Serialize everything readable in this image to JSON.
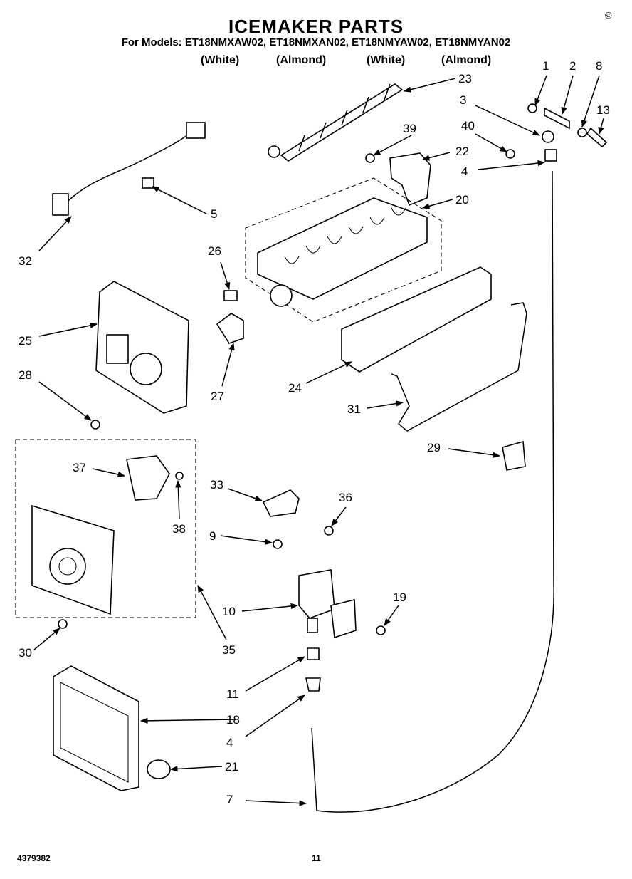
{
  "header": {
    "title": "ICEMAKER PARTS",
    "models": "For Models: ET18NMXAW02, ET18NMXAN02, ET18NMYAW02, ET18NMYAN02",
    "colors": [
      "(White)",
      "(Almond)",
      "(White)",
      "(Almond)"
    ]
  },
  "footer": {
    "doc_number": "4379382",
    "page": "11"
  },
  "corner_mark": "©",
  "callouts": [
    {
      "id": "c1",
      "text": "1"
    },
    {
      "id": "c2",
      "text": "2"
    },
    {
      "id": "c8",
      "text": "8"
    },
    {
      "id": "c3",
      "text": "3"
    },
    {
      "id": "c13",
      "text": "13"
    },
    {
      "id": "c23",
      "text": "23"
    },
    {
      "id": "c39",
      "text": "39"
    },
    {
      "id": "c40",
      "text": "40"
    },
    {
      "id": "c22",
      "text": "22"
    },
    {
      "id": "c4a",
      "text": "4"
    },
    {
      "id": "c20",
      "text": "20"
    },
    {
      "id": "c5",
      "text": "5"
    },
    {
      "id": "c32",
      "text": "32"
    },
    {
      "id": "c26",
      "text": "26"
    },
    {
      "id": "c25",
      "text": "25"
    },
    {
      "id": "c28",
      "text": "28"
    },
    {
      "id": "c27",
      "text": "27"
    },
    {
      "id": "c24",
      "text": "24"
    },
    {
      "id": "c31",
      "text": "31"
    },
    {
      "id": "c29",
      "text": "29"
    },
    {
      "id": "c37",
      "text": "37"
    },
    {
      "id": "c38",
      "text": "38"
    },
    {
      "id": "c33",
      "text": "33"
    },
    {
      "id": "c36",
      "text": "36"
    },
    {
      "id": "c9",
      "text": "9"
    },
    {
      "id": "c10",
      "text": "10"
    },
    {
      "id": "c19",
      "text": "19"
    },
    {
      "id": "c30",
      "text": "30"
    },
    {
      "id": "c35",
      "text": "35"
    },
    {
      "id": "c11",
      "text": "11"
    },
    {
      "id": "c18",
      "text": "18"
    },
    {
      "id": "c4b",
      "text": "4"
    },
    {
      "id": "c21",
      "text": "21"
    },
    {
      "id": "c7",
      "text": "7"
    }
  ]
}
